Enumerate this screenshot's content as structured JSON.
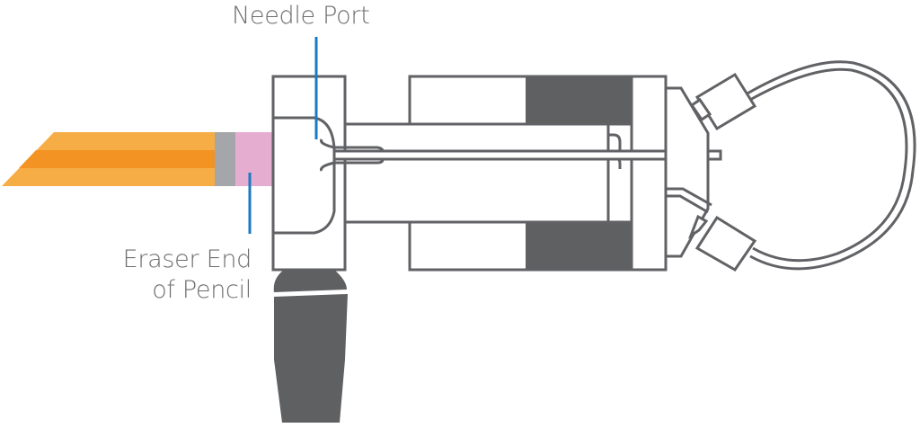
{
  "diagram": {
    "labels": {
      "needle_port": "Needle Port",
      "eraser_line1": "Eraser End",
      "eraser_line2": "of Pencil"
    },
    "parts": [
      "pencil",
      "eraser",
      "ferrule",
      "needle-port-block",
      "syringe-body",
      "plunger-seals",
      "return-loop",
      "connectors",
      "handle"
    ],
    "colors": {
      "outline": "#616265",
      "fill_dark": "#5f6062",
      "pencil_light": "#f7ad45",
      "pencil_dark": "#f39323",
      "ferrule": "#a5a6a9",
      "eraser": "#e5aed0",
      "leader": "#1b7ac2",
      "text": "#6d6e70"
    }
  }
}
